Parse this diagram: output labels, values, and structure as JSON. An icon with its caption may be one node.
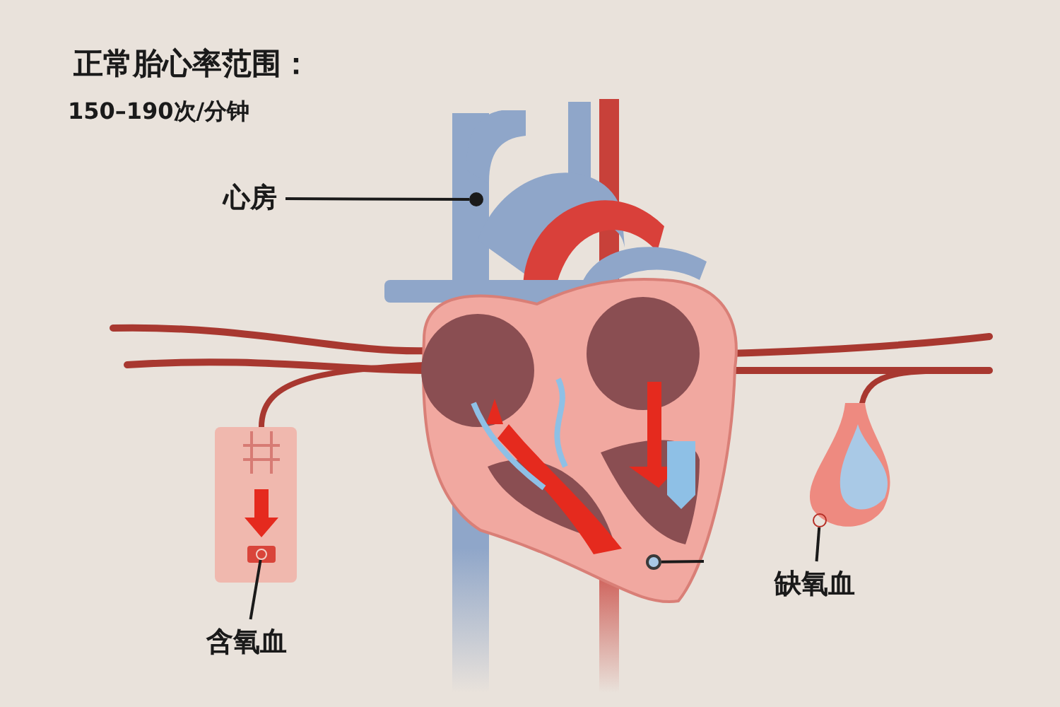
{
  "diagram": {
    "title": "正常胎心率范围：",
    "nodes": [
      {
        "text": [
          "心房"
        ]
      },
      {
        "text": [],
        "shape": "circle"
      },
      {
        "text": [
          "含氧血"
        ]
      },
      {
        "text": [],
        "shape": "circle"
      },
      {
        "text": [
          "缺氧血"
        ]
      },
      {
        "text": [],
        "shape": "circle"
      },
      {
        "text": [],
        "shape": "circle"
      }
    ],
    "edges": [
      {
        "from": 0,
        "to": 1,
        "arrow": "none"
      },
      {
        "from": 2,
        "to": 3,
        "arrow": "none"
      },
      {
        "from": 4,
        "to": 5,
        "arrow": "none"
      },
      {
        "from": null,
        "to": 6,
        "arrow": "none"
      }
    ],
    "labels": [
      "150–190次/分钟"
    ]
  }
}
